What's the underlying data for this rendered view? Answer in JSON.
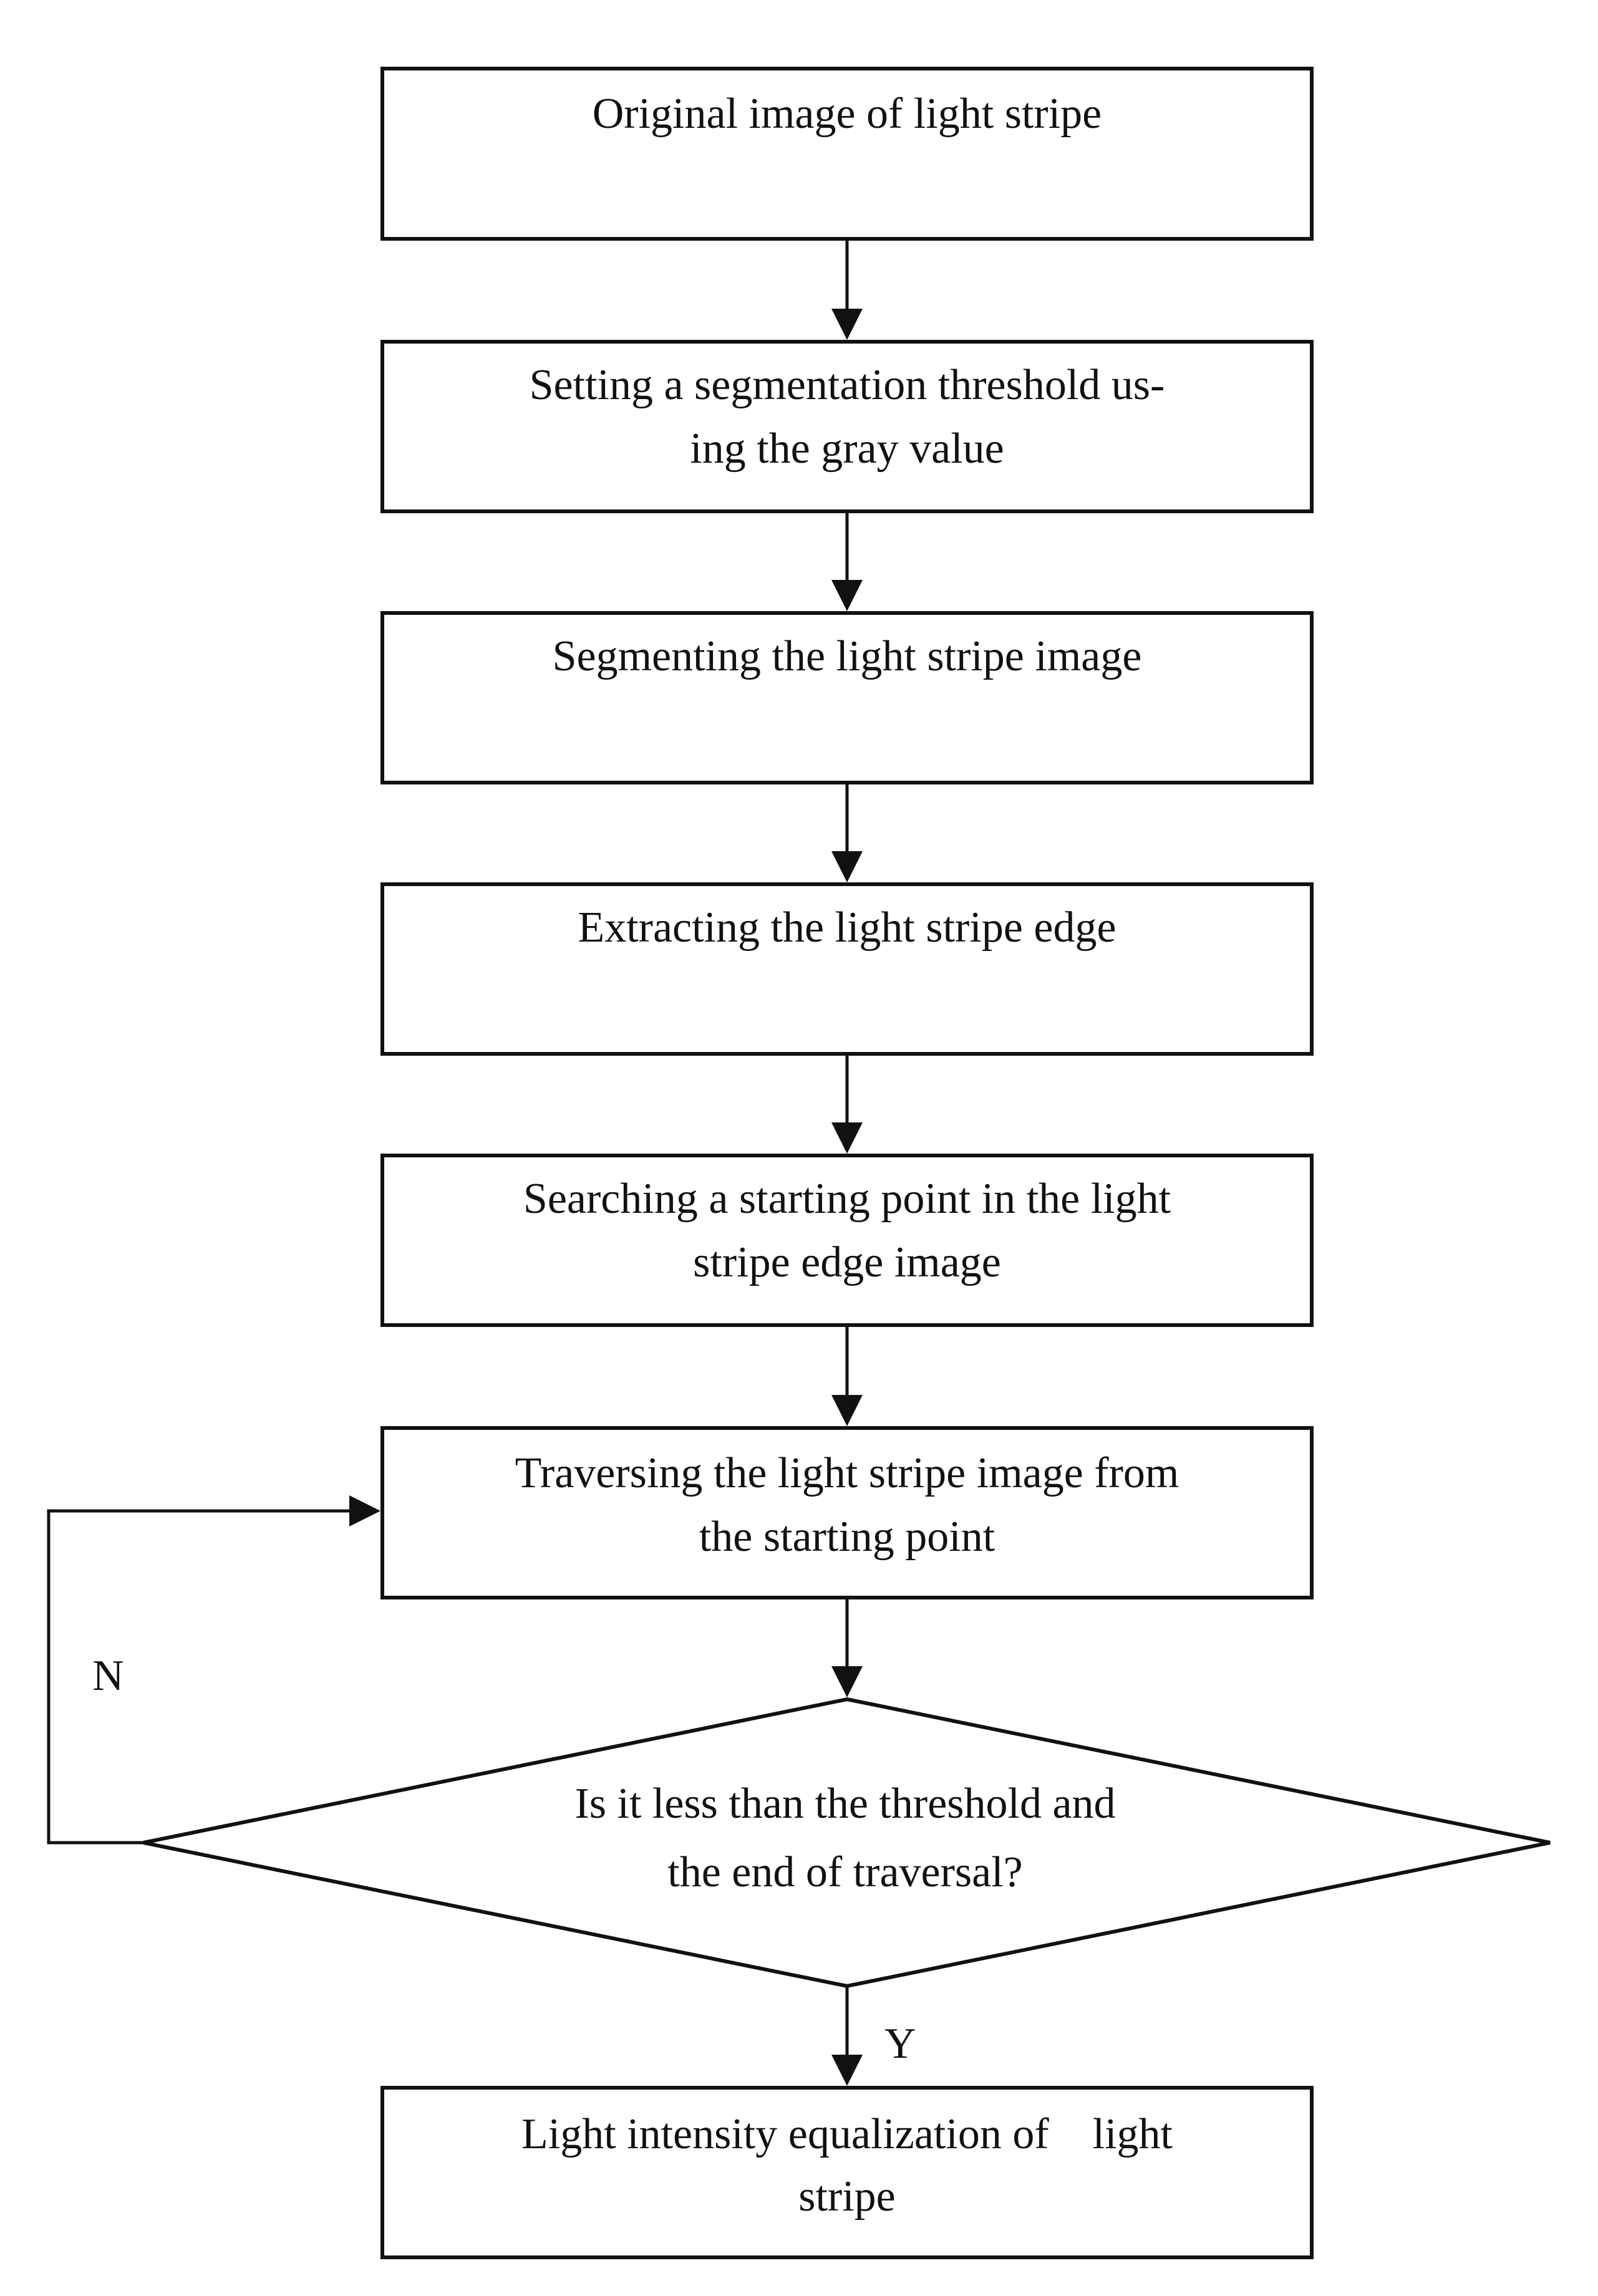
{
  "diagram": {
    "type": "flowchart",
    "nodes": [
      {
        "id": "n1",
        "kind": "process",
        "lines": [
          "Original image of light stripe"
        ]
      },
      {
        "id": "n2",
        "kind": "process",
        "lines": [
          "Setting a segmentation threshold us-",
          "ing the gray value"
        ]
      },
      {
        "id": "n3",
        "kind": "process",
        "lines": [
          "Segmenting the light stripe image"
        ]
      },
      {
        "id": "n4",
        "kind": "process",
        "lines": [
          "Extracting the light stripe edge"
        ]
      },
      {
        "id": "n5",
        "kind": "process",
        "lines": [
          "Searching a starting point in the light",
          "stripe edge image"
        ]
      },
      {
        "id": "n6",
        "kind": "process",
        "lines": [
          "Traversing the light stripe image from",
          "the starting point"
        ]
      },
      {
        "id": "d1",
        "kind": "decision",
        "lines": [
          "Is it less than the threshold and",
          "the end of traversal?"
        ]
      },
      {
        "id": "n7",
        "kind": "process",
        "lines": [
          "Light intensity equalization of    light",
          "stripe"
        ]
      }
    ],
    "edges": [
      {
        "from": "n1",
        "to": "n2"
      },
      {
        "from": "n2",
        "to": "n3"
      },
      {
        "from": "n3",
        "to": "n4"
      },
      {
        "from": "n4",
        "to": "n5"
      },
      {
        "from": "n5",
        "to": "n6"
      },
      {
        "from": "n6",
        "to": "d1"
      },
      {
        "from": "d1",
        "to": "n6",
        "label": "N"
      },
      {
        "from": "d1",
        "to": "n7",
        "label": "Y"
      }
    ]
  }
}
